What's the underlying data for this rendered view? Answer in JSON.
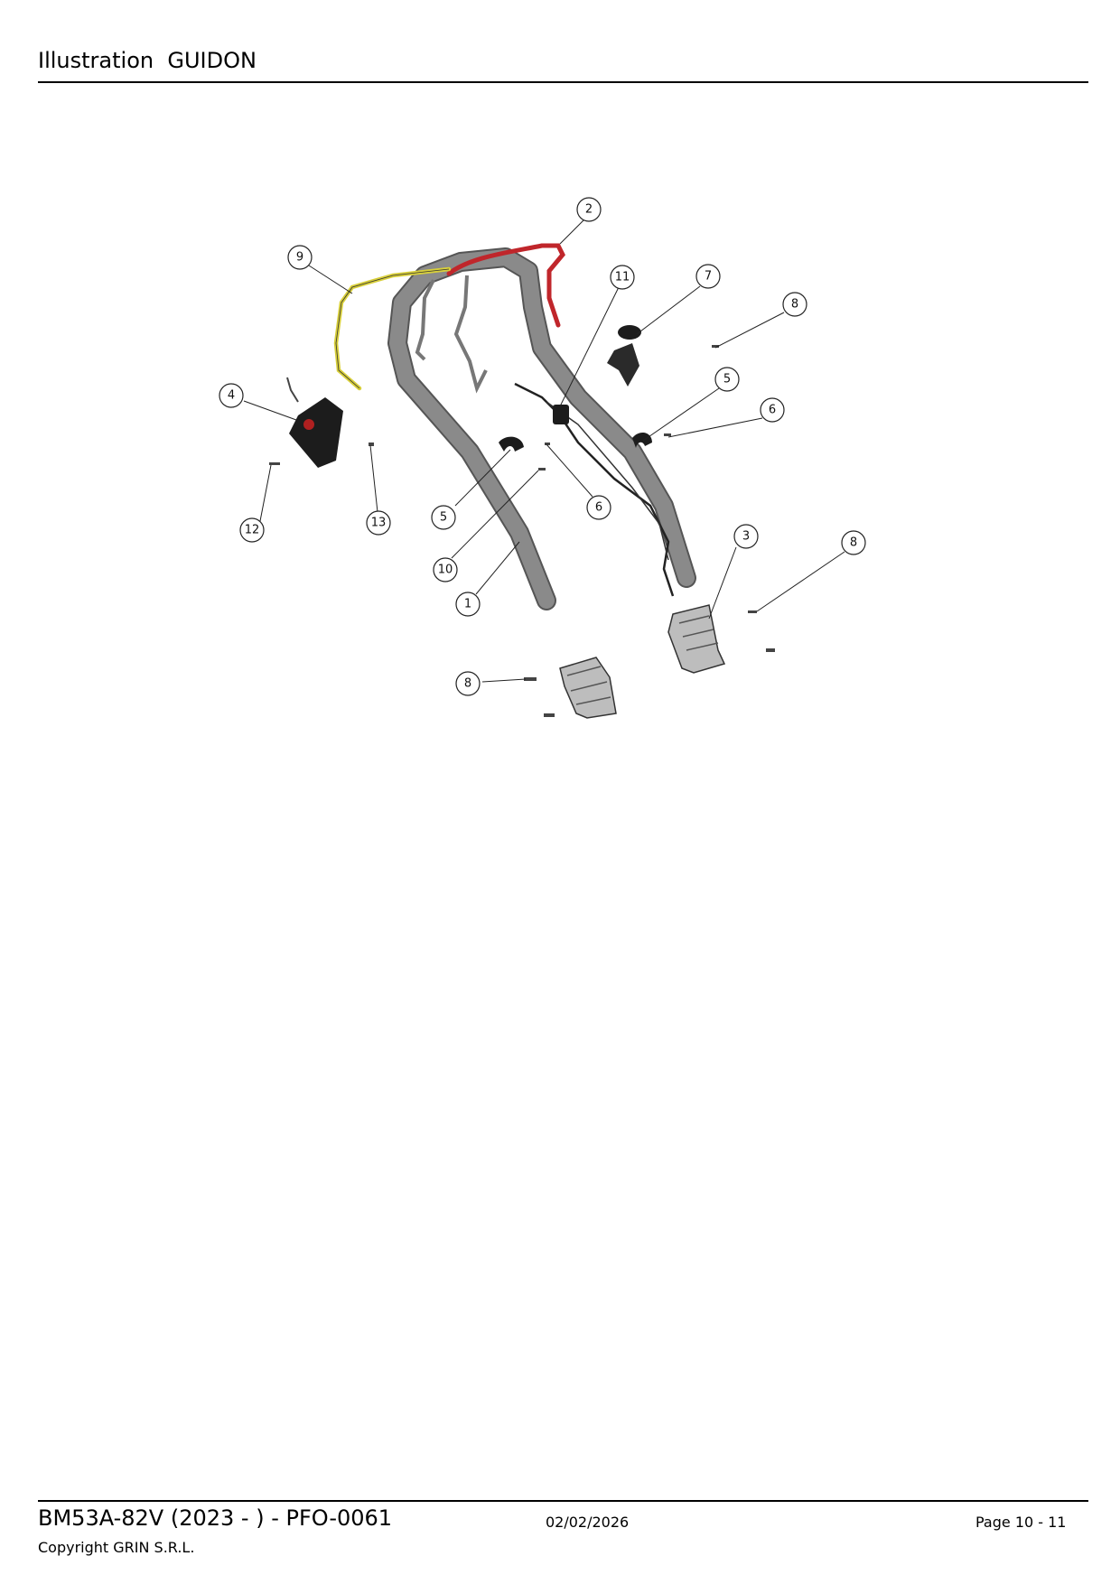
{
  "header": {
    "title": "Illustration  GUIDON"
  },
  "diagram": {
    "callouts": [
      "2",
      "9",
      "11",
      "7",
      "8",
      "4",
      "5",
      "6",
      "12",
      "13",
      "5",
      "10",
      "6",
      "1",
      "3",
      "8",
      "8"
    ],
    "colors": {
      "tube": "#8a8a8a",
      "tube_edge": "#555555",
      "cable_red": "#c0262b",
      "cable_yellow": "#d8cf3a",
      "part_dark": "#1c1c1c",
      "part_red": "#b02020"
    }
  },
  "footer": {
    "model": "BM53A-82V (2023 - ) - PFO-0061",
    "date": "02/02/2026",
    "page": "Page 10 - 11",
    "copyright": "Copyright GRIN S.R.L."
  }
}
